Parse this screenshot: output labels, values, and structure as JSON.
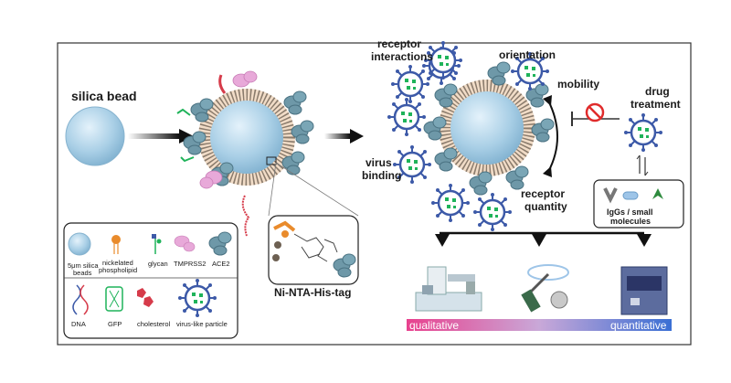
{
  "labels": {
    "silica_bead": "silica bead",
    "receptor_interactions_1": "receptor",
    "receptor_interactions_2": "interactions",
    "orientation": "orientation",
    "mobility": "mobility",
    "drug_treatment_1": "drug",
    "drug_treatment_2": "treatment",
    "virus_binding_1": "virus",
    "virus_binding_2": "binding",
    "receptor_quantity_1": "receptor",
    "receptor_quantity_2": "quantity",
    "iggs_1": "IgGs / small",
    "iggs_2": "molecules",
    "ni_nta": "Ni-NTA-His-tag",
    "qualitative": "qualitative",
    "quantitative": "quantitative"
  },
  "legend": {
    "silica_1": "5μm silica",
    "silica_2": "beads",
    "nickel_1": "nickelated",
    "nickel_2": "phospholipid",
    "glycan": "glycan",
    "tmprss2": "TMPRSS2",
    "ace2": "ACE2",
    "dna": "DNA",
    "gfp": "GFP",
    "cholesterol": "cholesterol",
    "vlp": "virus-like particle"
  },
  "colors": {
    "bead": "#a9cfe6",
    "ace2": "#6e98a8",
    "tmprss2": "#e8a9d9",
    "virus": "#3d5aa8",
    "gfp": "#1fb35a",
    "cholesterol": "#d63b4a",
    "nickel": "#e98b2c",
    "qualitative": "#e8418e",
    "quantitative": "#3a6fd4"
  },
  "icons": [
    "microscope-icon",
    "pipette-icon",
    "flow-cytometer-icon",
    "prohibited-icon"
  ]
}
